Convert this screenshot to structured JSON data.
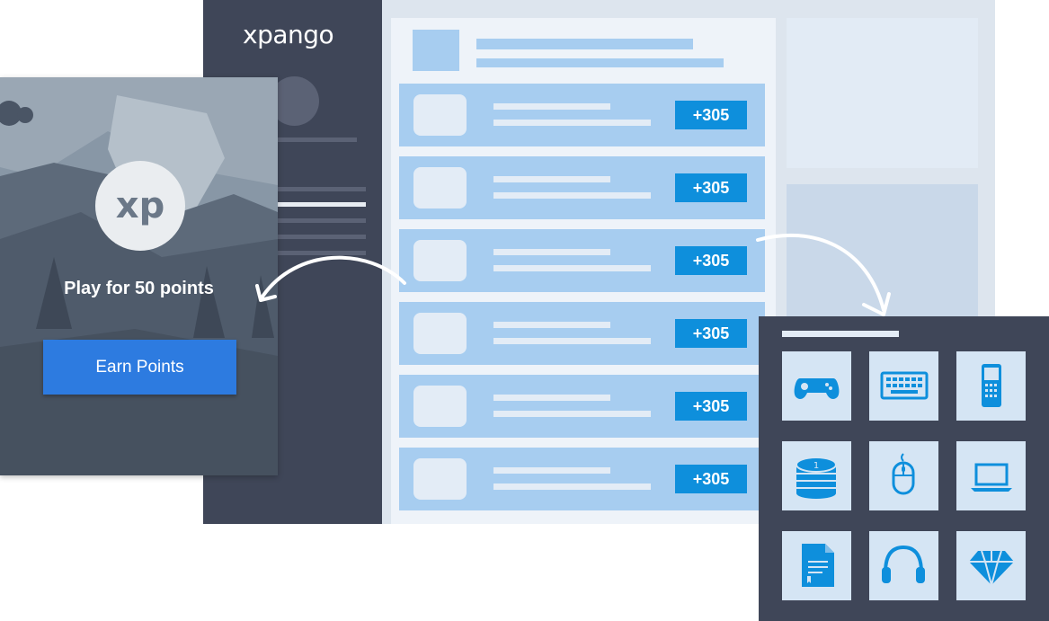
{
  "brand": {
    "name": "xpango",
    "short": "xp"
  },
  "promo": {
    "title": "Play for 50 points",
    "button_label": "Earn Points"
  },
  "offers": [
    {
      "points": "+305"
    },
    {
      "points": "+305"
    },
    {
      "points": "+305"
    },
    {
      "points": "+305"
    },
    {
      "points": "+305"
    },
    {
      "points": "+305"
    }
  ],
  "categories": [
    {
      "icon": "gamepad-icon"
    },
    {
      "icon": "keyboard-icon"
    },
    {
      "icon": "phone-icon"
    },
    {
      "icon": "coins-icon"
    },
    {
      "icon": "mouse-icon"
    },
    {
      "icon": "laptop-icon"
    },
    {
      "icon": "document-icon"
    },
    {
      "icon": "headphones-icon"
    },
    {
      "icon": "diamond-icon"
    }
  ],
  "colors": {
    "accent": "#0e8fdc",
    "button": "#2d7be0",
    "sidebar": "#3f4658",
    "row": "#a7cdf0"
  }
}
